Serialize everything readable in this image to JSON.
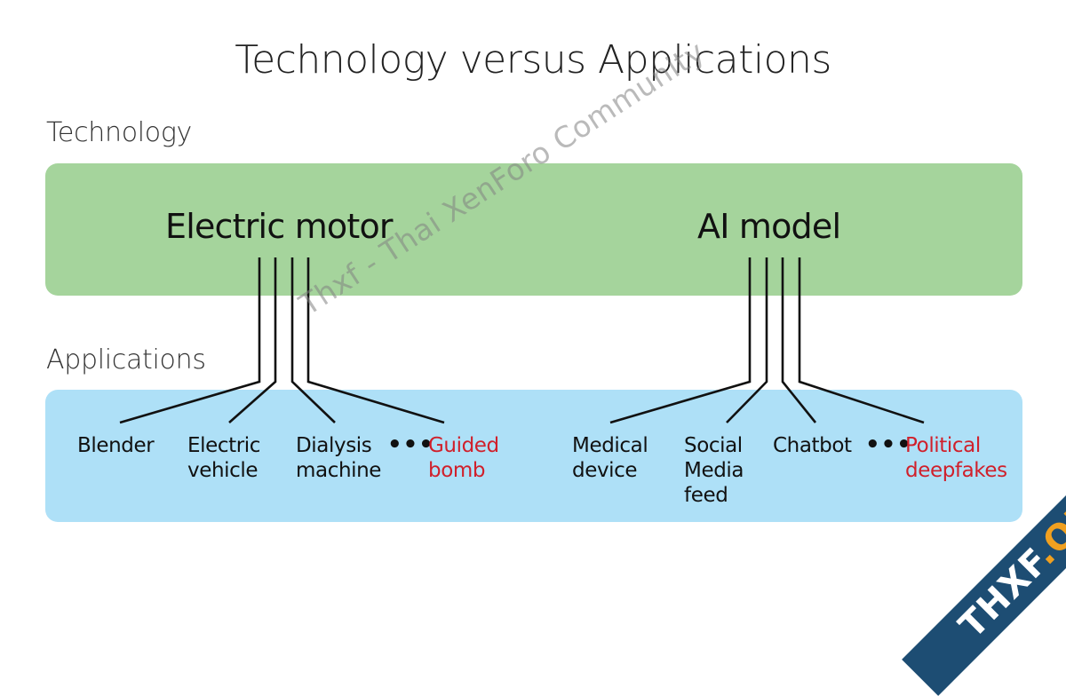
{
  "title": "Technology versus Applications",
  "technology_label": "Technology",
  "applications_label": "Applications",
  "technologies": [
    {
      "name": "Electric motor"
    },
    {
      "name": "AI model"
    }
  ],
  "applications": {
    "electric_motor": [
      {
        "label": "Blender",
        "highlight": false
      },
      {
        "label": "Electric\nvehicle",
        "highlight": false
      },
      {
        "label": "Dialysis\nmachine",
        "highlight": false
      },
      {
        "label": "Guided\nbomb",
        "highlight": true
      }
    ],
    "ai_model": [
      {
        "label": "Medical\ndevice",
        "highlight": false
      },
      {
        "label": "Social\nMedia\nfeed",
        "highlight": false
      },
      {
        "label": "Chatbot",
        "highlight": false
      },
      {
        "label": "Political\ndeepfakes",
        "highlight": true
      }
    ]
  },
  "ellipsis": "•••",
  "watermark": "Thxf - Thai XenForo Community",
  "logo": {
    "main": "THXF",
    "suffix": ".ORG"
  },
  "colors": {
    "technology_band": "#a5d49c",
    "applications_band": "#aee0f7",
    "highlight_text": "#d0202b",
    "connector": "#111111",
    "logo_background": "#1d4d73",
    "logo_accent": "#f0a020"
  }
}
